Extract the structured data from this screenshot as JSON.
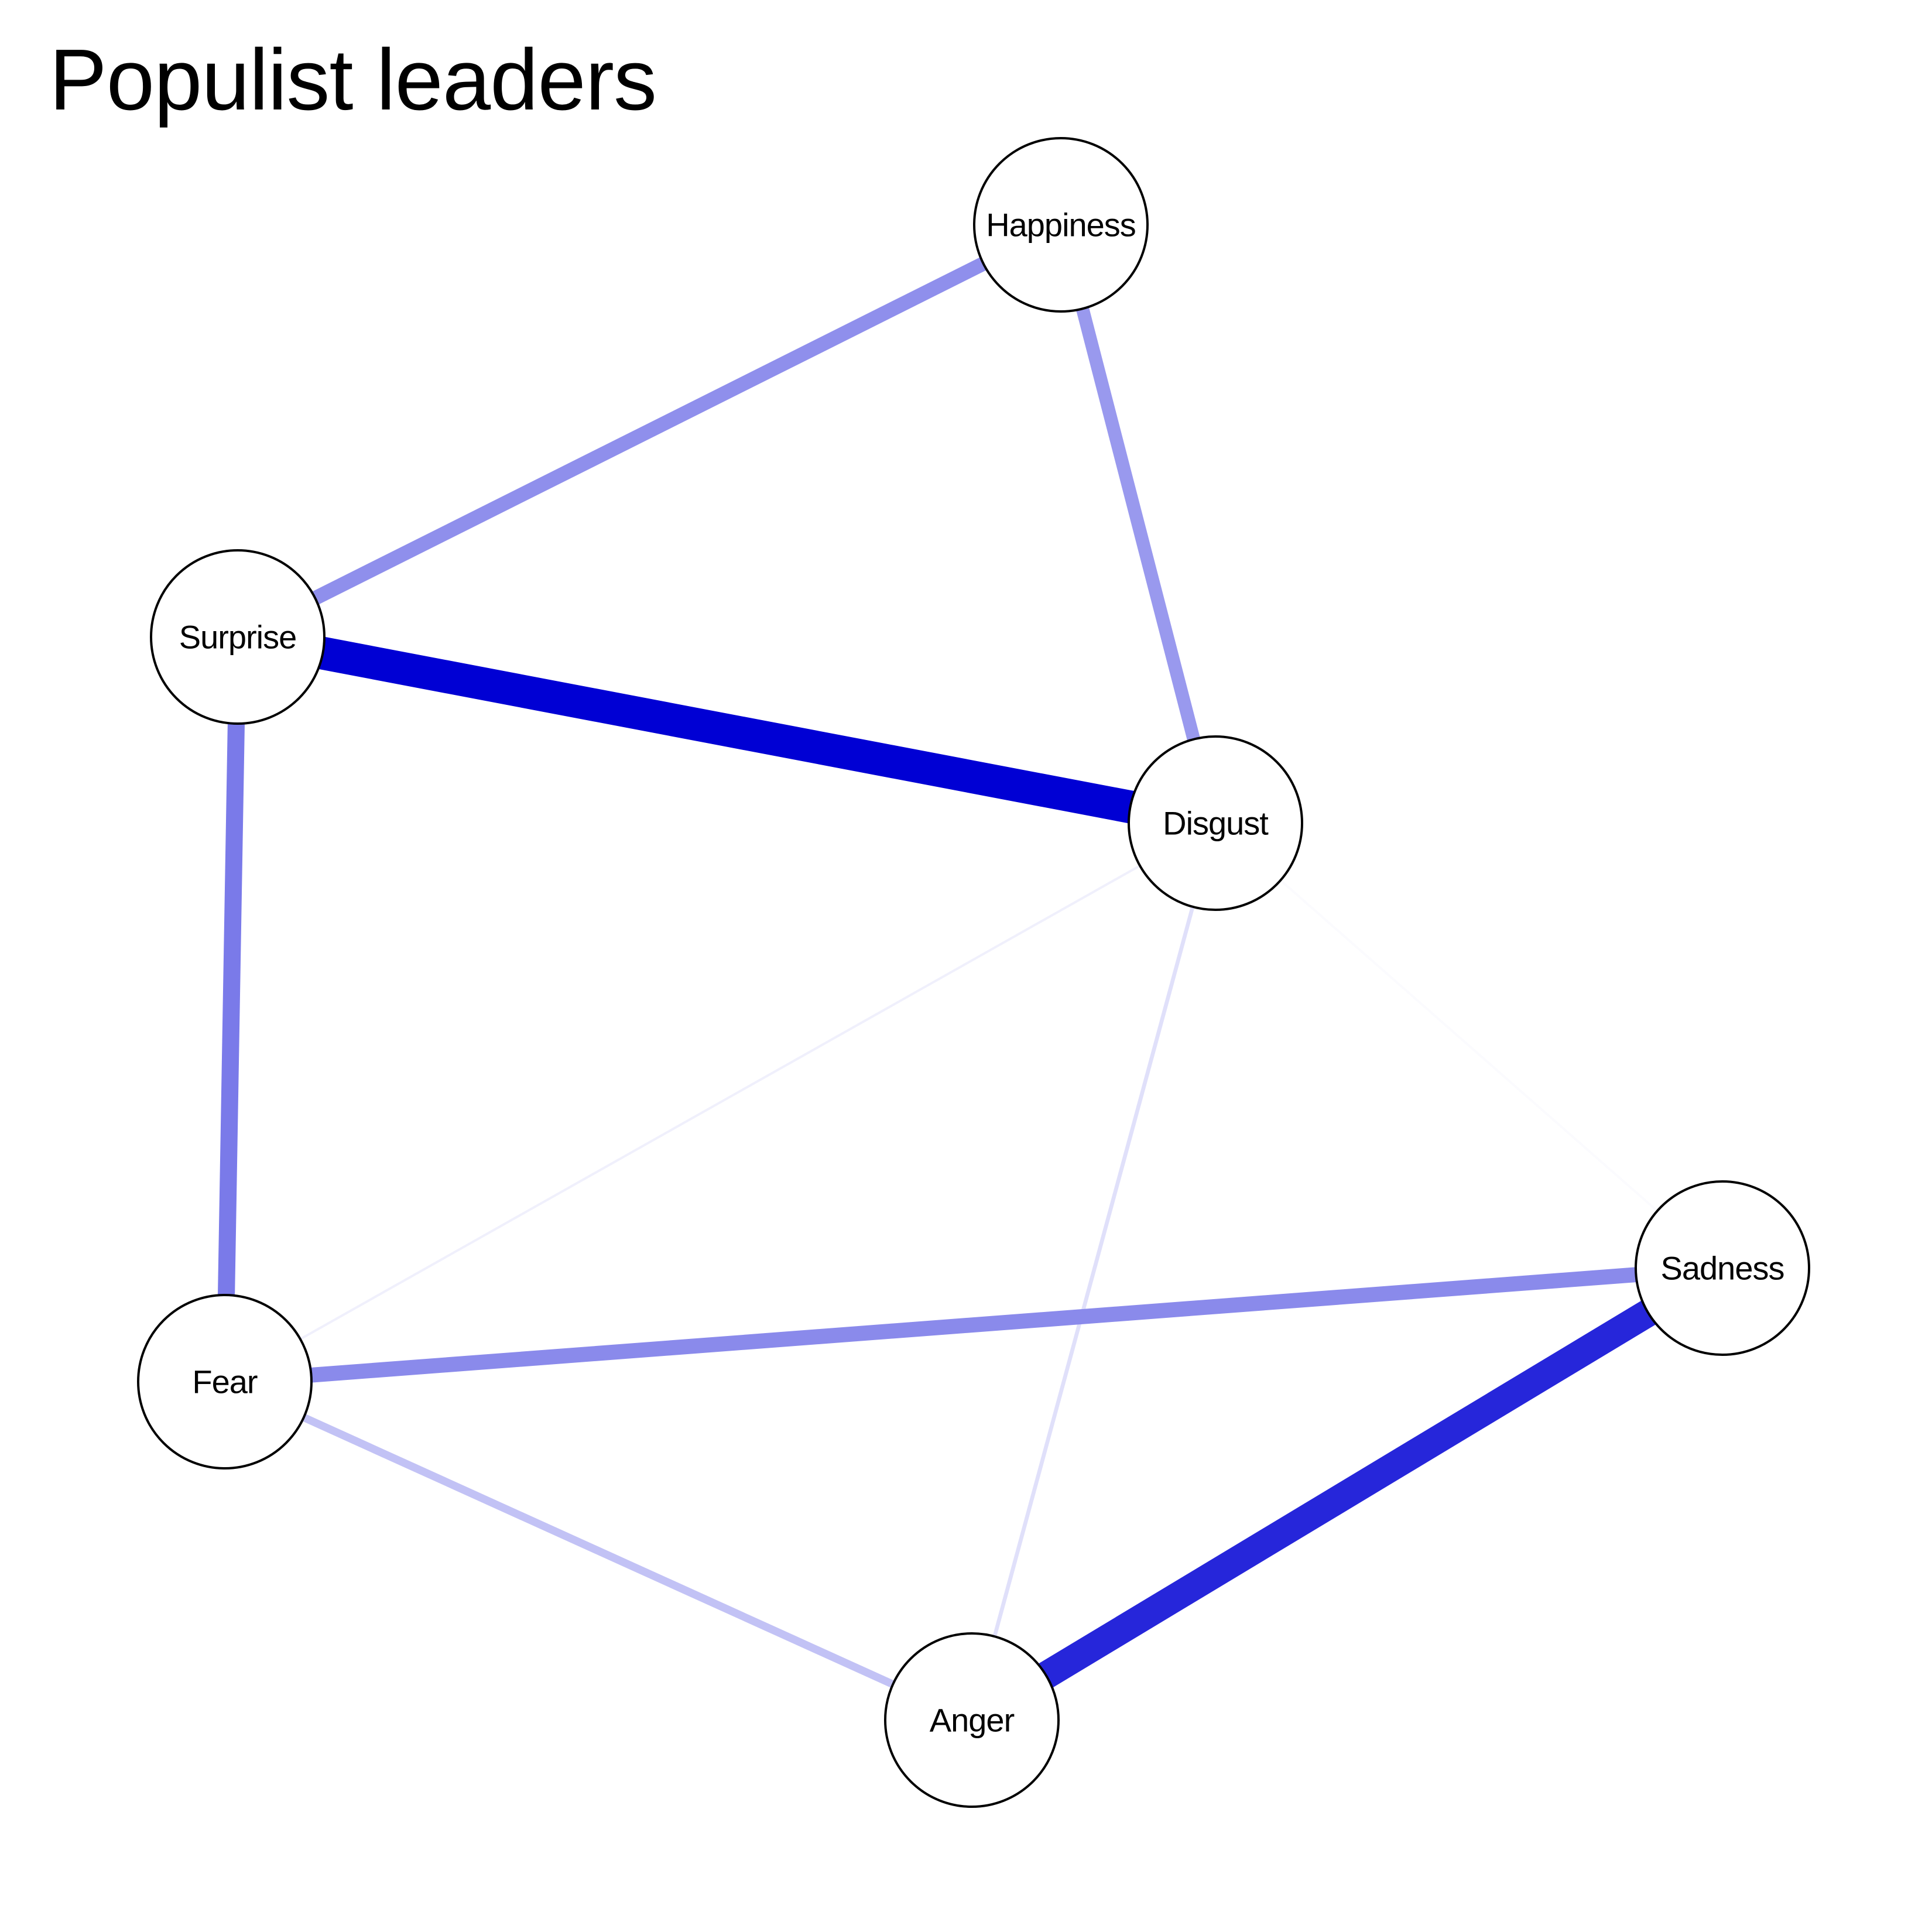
{
  "title": "Populist leaders",
  "edge_color": "#0000d4",
  "nodes": [
    {
      "id": "happiness",
      "label": "Happiness"
    },
    {
      "id": "surprise",
      "label": "Surprise"
    },
    {
      "id": "disgust",
      "label": "Disgust"
    },
    {
      "id": "sadness",
      "label": "Sadness"
    },
    {
      "id": "fear",
      "label": "Fear"
    },
    {
      "id": "anger",
      "label": "Anger"
    }
  ],
  "edges": [
    {
      "source": "surprise",
      "target": "disgust",
      "weight": 1.0
    },
    {
      "source": "anger",
      "target": "sadness",
      "weight": 0.85
    },
    {
      "source": "surprise",
      "target": "fear",
      "weight": 0.52
    },
    {
      "source": "fear",
      "target": "sadness",
      "weight": 0.46
    },
    {
      "source": "surprise",
      "target": "happiness",
      "weight": 0.44
    },
    {
      "source": "happiness",
      "target": "disgust",
      "weight": 0.4
    },
    {
      "source": "fear",
      "target": "anger",
      "weight": 0.24
    },
    {
      "source": "disgust",
      "target": "anger",
      "weight": 0.12
    },
    {
      "source": "disgust",
      "target": "fear",
      "weight": 0.06
    },
    {
      "source": "disgust",
      "target": "sadness",
      "weight": 0.015
    }
  ]
}
